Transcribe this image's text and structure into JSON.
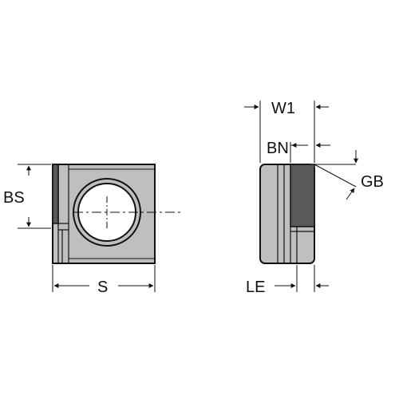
{
  "labels": {
    "bs": "BS",
    "s": "S",
    "w1": "W1",
    "bn": "BN",
    "gb": "GB",
    "le": "LE"
  },
  "colors": {
    "face": "#bfbfbf",
    "edge": "#111111",
    "chip": "#5a5a5a",
    "hole_inner": "#ffffff",
    "hole_ring": "#9a9a9a"
  }
}
